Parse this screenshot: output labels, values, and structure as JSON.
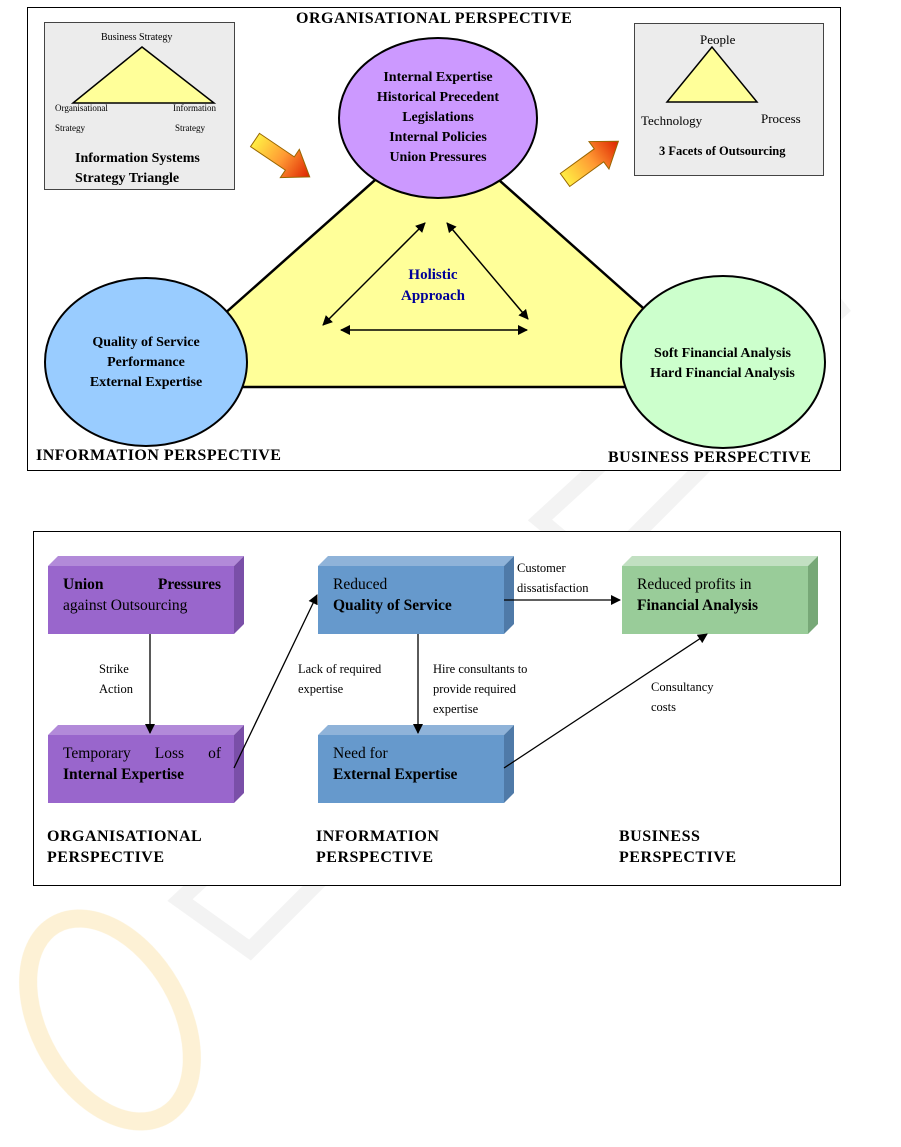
{
  "figure1": {
    "top_title": "ORGANISATIONAL PERSPECTIVE",
    "info_perspective": "INFORMATION PERSPECTIVE",
    "business_perspective": "BUSINESS PERSPECTIVE",
    "center_label_line1": "Holistic",
    "center_label_line2": "Approach",
    "top_circle": [
      "Internal Expertise",
      "Historical Precedent",
      "Legislations",
      "Internal Policies",
      "Union Pressures"
    ],
    "left_circle": [
      "Quality of Service",
      "Performance",
      "External Expertise"
    ],
    "right_circle": [
      "Soft Financial Analysis",
      "Hard Financial Analysis"
    ],
    "left_inset": {
      "top": "Business Strategy",
      "bottom_left_1": "Organisational",
      "bottom_left_2": "Strategy",
      "bottom_right_1": "Information",
      "bottom_right_2": "Strategy",
      "caption_1": "Information Systems",
      "caption_2": "Strategy Triangle"
    },
    "right_inset": {
      "top": "People",
      "bottom_left": "Technology",
      "bottom_right": "Process",
      "caption": "3 Facets of Outsourcing"
    }
  },
  "figure2": {
    "box_union_line1": "Union Pressures",
    "box_union_line2": "against Outsourcing",
    "box_temp_line1": "Temporary Loss of",
    "box_temp_line2": "Internal Expertise",
    "box_reduced_line1": "Reduced",
    "box_reduced_line2": "Quality of Service",
    "box_need_line1": "Need for",
    "box_need_line2": "External Expertise",
    "box_profits_line1": "Reduced profits in",
    "box_profits_line2": "Financial Analysis",
    "edge_strike_1": "Strike",
    "edge_strike_2": "Action",
    "edge_lack_1": "Lack of required",
    "edge_lack_2": "expertise",
    "edge_hire_1": "Hire consultants to",
    "edge_hire_2": "provide required",
    "edge_hire_3": "expertise",
    "edge_customer_1": "Customer",
    "edge_customer_2": "dissatisfaction",
    "edge_consult_1": "Consultancy",
    "edge_consult_2": "costs",
    "label_org_1": "ORGANISATIONAL",
    "label_org_2": "PERSPECTIVE",
    "label_info_1": "INFORMATION",
    "label_info_2": "PERSPECTIVE",
    "label_bus_1": "BUSINESS",
    "label_bus_2": "PERSPECTIVE"
  },
  "colors": {
    "triangle_fill": "#ffff99",
    "top_circle": "#cc99ff",
    "left_circle": "#99ccff",
    "right_circle": "#ccffcc",
    "purple_box": "#9966cc",
    "blue_box": "#6699cc",
    "green_box": "#99cc99",
    "center_text": "#000099"
  }
}
